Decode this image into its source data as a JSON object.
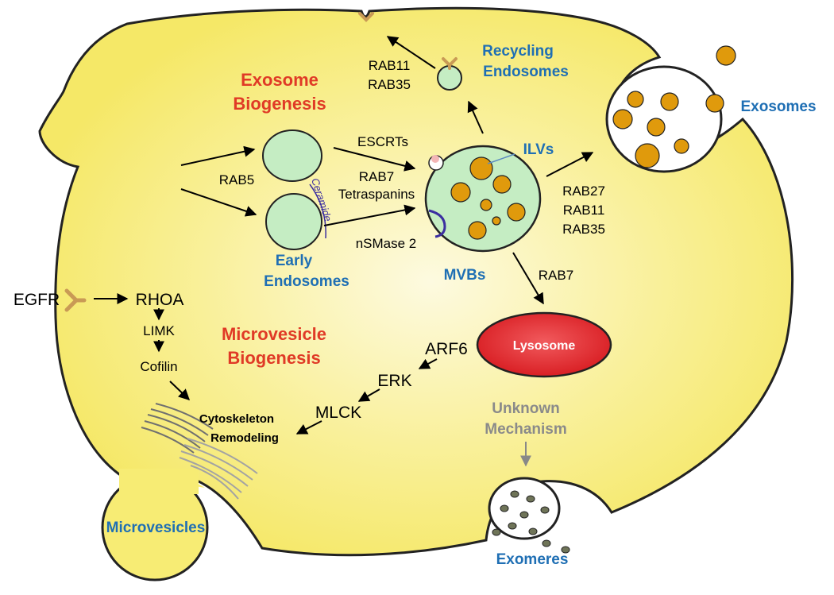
{
  "titles": {
    "exosome_biogenesis": [
      "Exosome",
      "Biogenesis"
    ],
    "microvesicle_biogenesis": [
      "Microvesicle",
      "Biogenesis"
    ]
  },
  "compartments": {
    "recycling_endosomes": [
      "Recycling",
      "Endosomes"
    ],
    "early_endosomes": [
      "Early",
      "Endosomes"
    ],
    "ilvs": "ILVs",
    "mvbs": "MVBs",
    "lysosome": "Lysosome",
    "exosomes": "Exosomes",
    "exomeres": "Exomeres",
    "microvesicles": "Microvesicles",
    "unknown_mechanism": [
      "Unknown",
      "Mechanism"
    ],
    "ceramide": "Ceramide"
  },
  "regulators": {
    "rab11_top": "RAB11",
    "rab35_top": "RAB35",
    "rab5": "RAB5",
    "escrts": "ESCRTs",
    "rab7_mid": "RAB7",
    "tetraspanins": "Tetraspanins",
    "nsmase2": "nSMase 2",
    "rab27": "RAB27",
    "rab11_right": "RAB11",
    "rab35_right": "RAB35",
    "rab7_lower": "RAB7"
  },
  "signaling": {
    "egfr": "EGFR",
    "rhoa": "RHOA",
    "limk": "LIMK",
    "cofilin": "Cofilin",
    "arf6": "ARF6",
    "erk": "ERK",
    "mlck": "MLCK",
    "cytoskeleton": [
      "Cytoskeleton",
      "Remodeling"
    ]
  },
  "colors": {
    "cell_fill": "#f7ec74",
    "cell_center": "#fdfae0",
    "endosome_fill": "#c5edc3",
    "ilv_fill": "#e09a0c",
    "lysosome_fill": "#e8262a",
    "title_red": "#e03a26",
    "label_blue": "#1f6fb4",
    "receptor": "#c99a55"
  }
}
